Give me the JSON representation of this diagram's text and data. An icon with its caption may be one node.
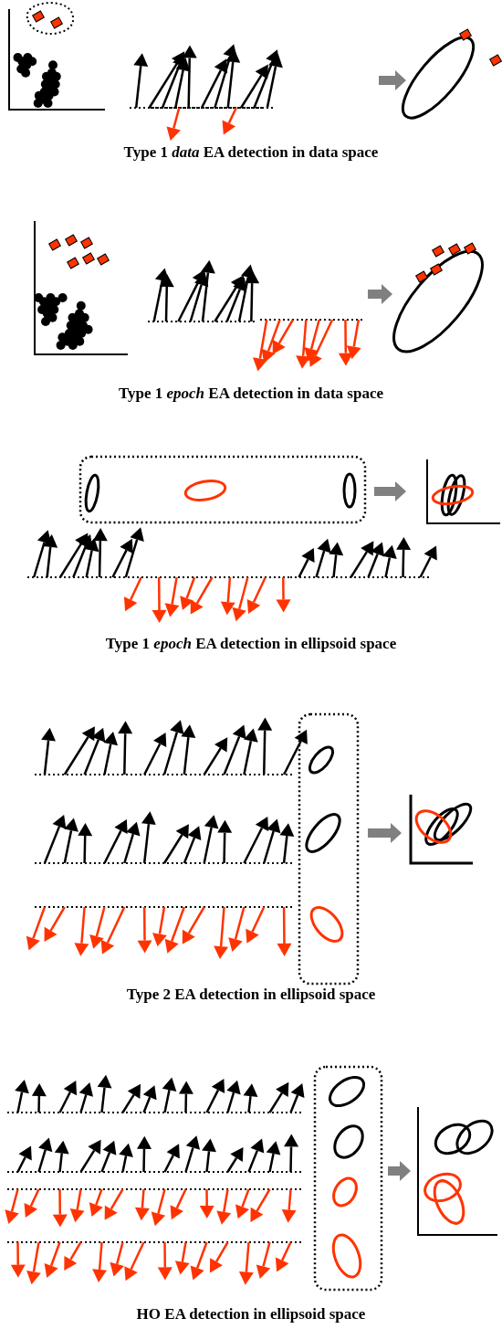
{
  "diagram": {
    "labels": [
      "Type 1 *data* EA detection in data space",
      "Type 1 *epoch* EA detection in data space",
      "Type 1 *epoch* EA detection in ellipsoid space",
      "Type 2 EA detection in ellipsoid space",
      "HO EA detection in ellipsoid space"
    ]
  }
}
